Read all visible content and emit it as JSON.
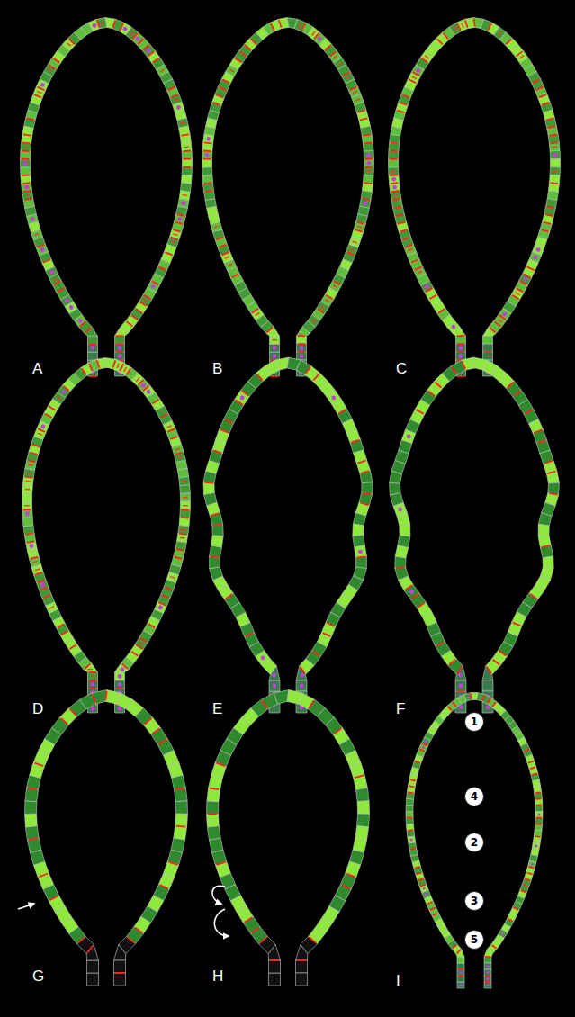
{
  "diagram": {
    "nodes": [
      {
        "text": [
          "1"
        ]
      },
      {
        "text": [
          "4"
        ]
      },
      {
        "text": [
          "2"
        ]
      },
      {
        "text": [
          "3"
        ]
      },
      {
        "text": [
          "5"
        ]
      }
    ],
    "labels": [
      "A",
      "B",
      "C",
      "D",
      "E",
      "F",
      "G",
      "H",
      "I"
    ]
  }
}
